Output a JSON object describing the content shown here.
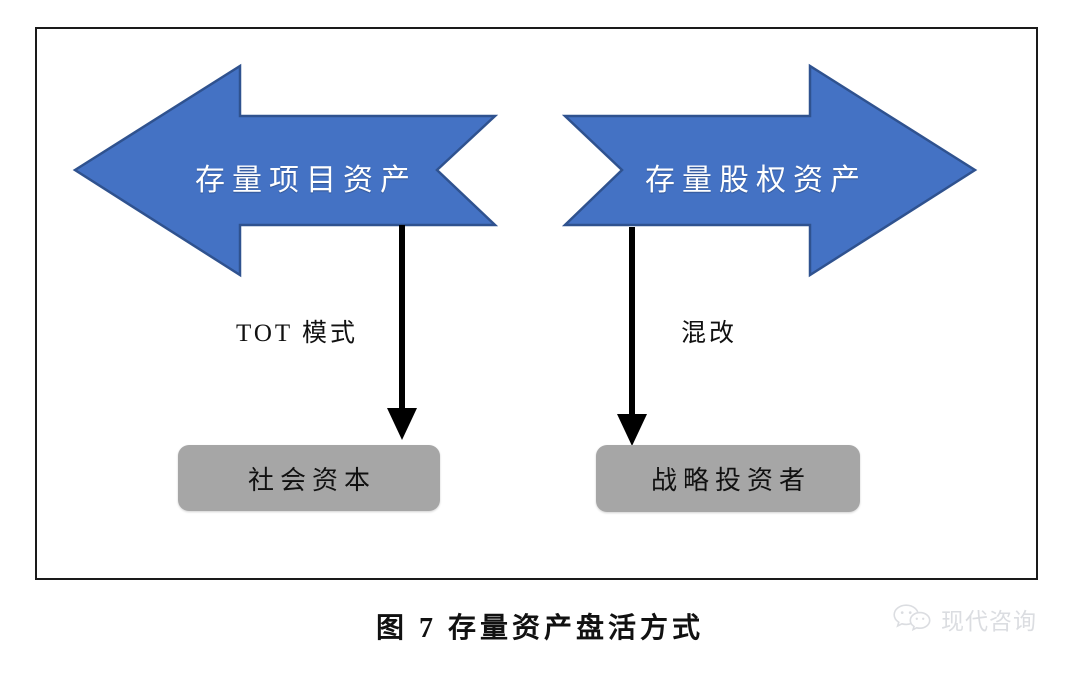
{
  "figure": {
    "caption": "图 7  存量资产盘活方式",
    "frame_color": "#1a1a1a",
    "background": "#ffffff"
  },
  "arrows": [
    {
      "name": "stock-project-assets",
      "label": "存量项目资产",
      "direction": "left",
      "fill": "#4472C4",
      "stroke": "#2F528F",
      "text_color": "#ffffff"
    },
    {
      "name": "stock-equity-assets",
      "label": "存量股权资产",
      "direction": "right",
      "fill": "#4472C4",
      "stroke": "#2F528F",
      "text_color": "#ffffff"
    }
  ],
  "connectors": [
    {
      "name": "tot-connector",
      "label": "TOT 模式",
      "from": "stock-project-assets",
      "to": "social-capital",
      "color": "#000000"
    },
    {
      "name": "mixed-reform-connector",
      "label": "混改",
      "from": "stock-equity-assets",
      "to": "strategic-investor",
      "color": "#000000"
    }
  ],
  "boxes": [
    {
      "name": "social-capital",
      "label": "社会资本",
      "fill": "#a6a6a6",
      "text_color": "#111111"
    },
    {
      "name": "strategic-investor",
      "label": "战略投资者",
      "fill": "#a6a6a6",
      "text_color": "#111111"
    }
  ],
  "watermark": {
    "icon": "wechat-logo-icon",
    "text": "现代咨询",
    "color": "#b9bcc4"
  }
}
